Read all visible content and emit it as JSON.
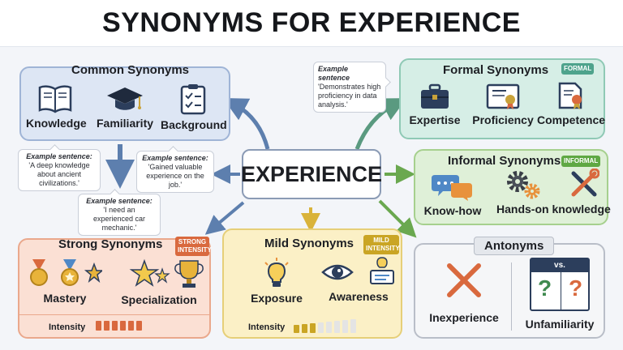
{
  "title": "SYNONYMS FOR EXPERIENCE",
  "center": "EXPERIENCE",
  "common": {
    "title": "Common Synonyms",
    "items": [
      "Knowledge",
      "Familiarity",
      "Background"
    ],
    "examples": [
      {
        "label": "Example sentence:",
        "text": "'A deep knowledge about ancient civilizations.'"
      },
      {
        "label": "Example sentence:",
        "text": "'Gained valuable experience on the job.'"
      },
      {
        "label": "Example sentence:",
        "text": "'I need an experienced car mechanic.'"
      }
    ]
  },
  "formal": {
    "title": "Formal Synonyms",
    "tag": "FORMAL",
    "items": [
      "Expertise",
      "Proficiency",
      "Competence"
    ],
    "example": {
      "label": "Example sentence",
      "text": "'Demonstrates high proficiency in data analysis.'"
    }
  },
  "informal": {
    "title": "Informal Synonyms",
    "tag": "INFORMAL",
    "items": [
      "Know-how",
      "Hands-on knowledge"
    ]
  },
  "strong": {
    "title": "Strong Synonyms",
    "tag": "STRONG INTENSITY",
    "items": [
      "Mastery",
      "Specialization"
    ],
    "intensity_label": "Intensity",
    "intensity_level": 6,
    "intensity_max": 6
  },
  "mild": {
    "title": "Mild Synonyms",
    "tag": "MILD INTENSITY",
    "items": [
      "Exposure",
      "Awareness"
    ],
    "intensity_label": "Intensity",
    "intensity_level": 3,
    "intensity_max": 8
  },
  "antonyms": {
    "title": "Antonyms",
    "vs": "vs.",
    "items": [
      "Inexperience",
      "Unfamiliarity"
    ]
  },
  "colors": {
    "common_bg": "#dde6f4",
    "common_border": "#9fb4d6",
    "formal_bg": "#d6eee6",
    "formal_border": "#8fc9b5",
    "formal_tag": "#4ea38c",
    "informal_bg": "#dff0d8",
    "informal_border": "#a6d08e",
    "informal_tag": "#5fa843",
    "strong_bg": "#fbe0d4",
    "strong_border": "#eaa88c",
    "strong_tag": "#d9693e",
    "mild_bg": "#fbf0c6",
    "mild_border": "#e6cf78",
    "mild_tag": "#caa524",
    "antonym_bg": "#f5f6f8",
    "antonym_border": "#b9bec8"
  }
}
